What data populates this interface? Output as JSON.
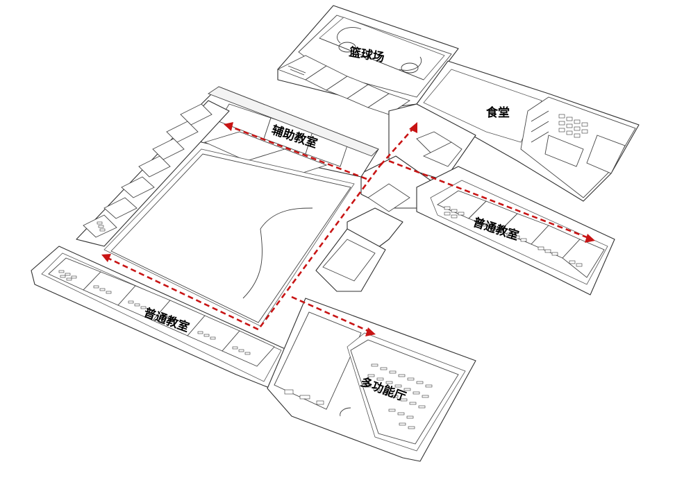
{
  "labels": {
    "basketball_court": "篮球场",
    "canteen": "食堂",
    "auxiliary_classroom": "辅助教室",
    "general_classroom_east": "普通教室",
    "general_classroom_west": "普通教室",
    "multipurpose_hall": "多功能厅"
  },
  "colors": {
    "route": "#c81414",
    "lines": "#2f2f2f",
    "background": "#ffffff"
  }
}
